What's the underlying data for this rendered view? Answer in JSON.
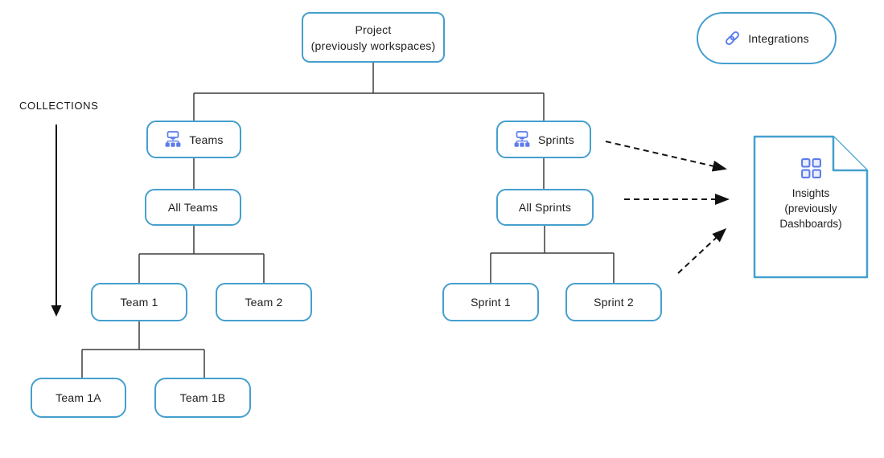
{
  "collections": {
    "label": "COLLECTIONS"
  },
  "nodes": {
    "project": {
      "line1": "Project",
      "line2": "(previously workspaces)"
    },
    "teams": {
      "label": "Teams",
      "icon": "sitemap-icon"
    },
    "all_teams": {
      "label": "All Teams"
    },
    "team1": {
      "label": "Team 1"
    },
    "team2": {
      "label": "Team 2"
    },
    "team1a": {
      "label": "Team 1A"
    },
    "team1b": {
      "label": "Team 1B"
    },
    "sprints": {
      "label": "Sprints",
      "icon": "sitemap-icon"
    },
    "all_sprints": {
      "label": "All Sprints"
    },
    "sprint1": {
      "label": "Sprint 1"
    },
    "sprint2": {
      "label": "Sprint 2"
    },
    "integrations": {
      "label": "Integrations",
      "icon": "link-icon"
    },
    "insights": {
      "line1": "Insights",
      "line2": "(previously",
      "line3": "Dashboards)",
      "icon": "grid-icon"
    }
  },
  "colors": {
    "box_border": "#459fce",
    "icon_accent": "#5c7cea",
    "connector": "#3d3d3d",
    "arrow": "#111111",
    "text": "#1e1e1e"
  }
}
